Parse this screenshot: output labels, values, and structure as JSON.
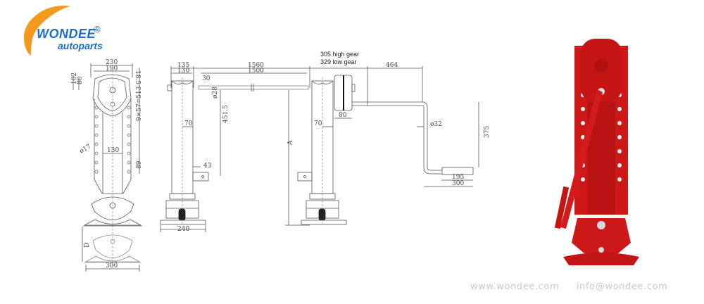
{
  "logo": {
    "brand": "WONDEE",
    "sub": "autoparts",
    "registered": "®",
    "colors": {
      "arc": "#f39a1e",
      "text": "#1a6fc4"
    }
  },
  "front_view": {
    "width_outer": "230",
    "width_inner": "190",
    "top_offset": "18.5",
    "height_outer": "102",
    "height_inner": "80",
    "hole_spacing": "9×57=513",
    "hole_dia": "ø17",
    "column_width": "130",
    "bottom_offset": "89",
    "stroke": "D",
    "foot_width": "300"
  },
  "side_view": {
    "width_outer": "135",
    "width_inner": "130",
    "shaft_length_outer": "1560",
    "shaft_length_inner": "1500",
    "shaft_offset": "30",
    "shaft_dia": "ø28",
    "height_to_bracket": "451.5",
    "inner_width": "70",
    "bracket_offset": "43",
    "foot_width": "240",
    "overall_height": "A"
  },
  "crank_view": {
    "gear_high": "305 high gear",
    "gear_low": "329 low gear",
    "crank_reach": "464",
    "inner_width": "70",
    "gearbox_width": "80",
    "handle_dia": "ø32",
    "handle_drop": "375",
    "grip_length": "195",
    "handle_length": "300"
  },
  "photo": {
    "subject": "red landing gear leg",
    "color": "#d11a1a"
  },
  "footer": {
    "website": "www.wondee.com",
    "email": "info@wondee.com"
  }
}
